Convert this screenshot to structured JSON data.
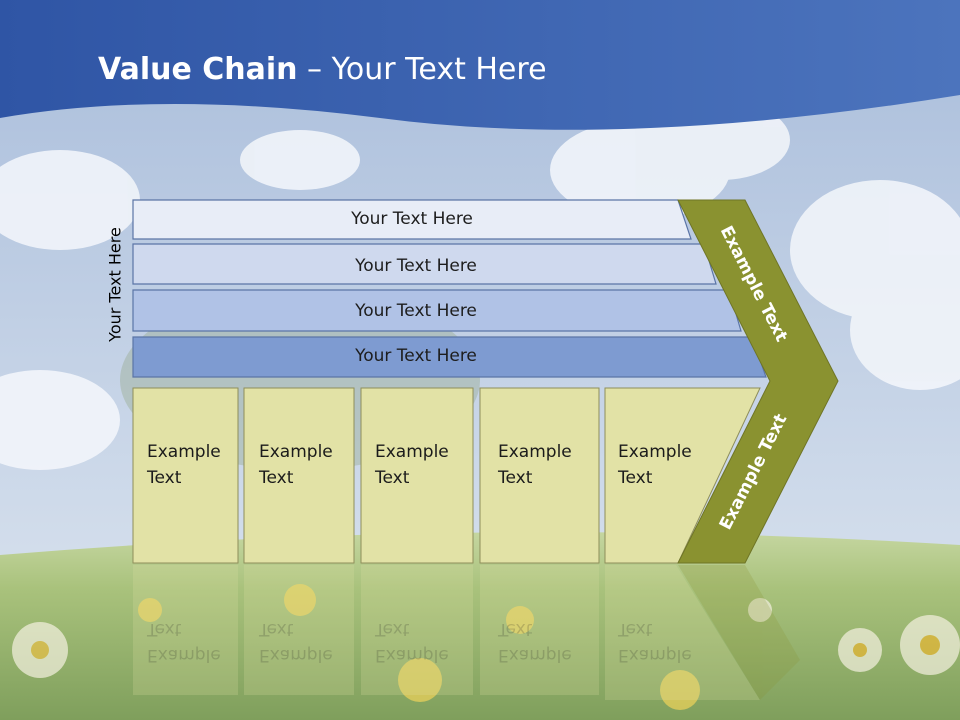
{
  "slide": {
    "title_bold": "Value Chain",
    "title_rest": " – Your Text Here",
    "side_label": "Your Text Here",
    "bars": [
      {
        "label": "Your Text Here"
      },
      {
        "label": "Your Text Here"
      },
      {
        "label": "Your Text Here"
      },
      {
        "label": "Your Text Here"
      }
    ],
    "boxes": [
      {
        "line1": "Example",
        "line2": "Text"
      },
      {
        "line1": "Example",
        "line2": "Text"
      },
      {
        "line1": "Example",
        "line2": "Text"
      },
      {
        "line1": "Example",
        "line2": "Text"
      },
      {
        "line1": "Example",
        "line2": "Text"
      }
    ],
    "arrow_upper": "Example Text",
    "arrow_lower": "Example Text"
  },
  "colors": {
    "header_blue": "#3d63ae",
    "bar_1": "#e8edf7",
    "bar_2": "#cfd9ee",
    "bar_3": "#b0c2e6",
    "bar_4": "#7e9bd1",
    "box_fill": "#e2e2a6",
    "chevron": "#8a9230"
  }
}
